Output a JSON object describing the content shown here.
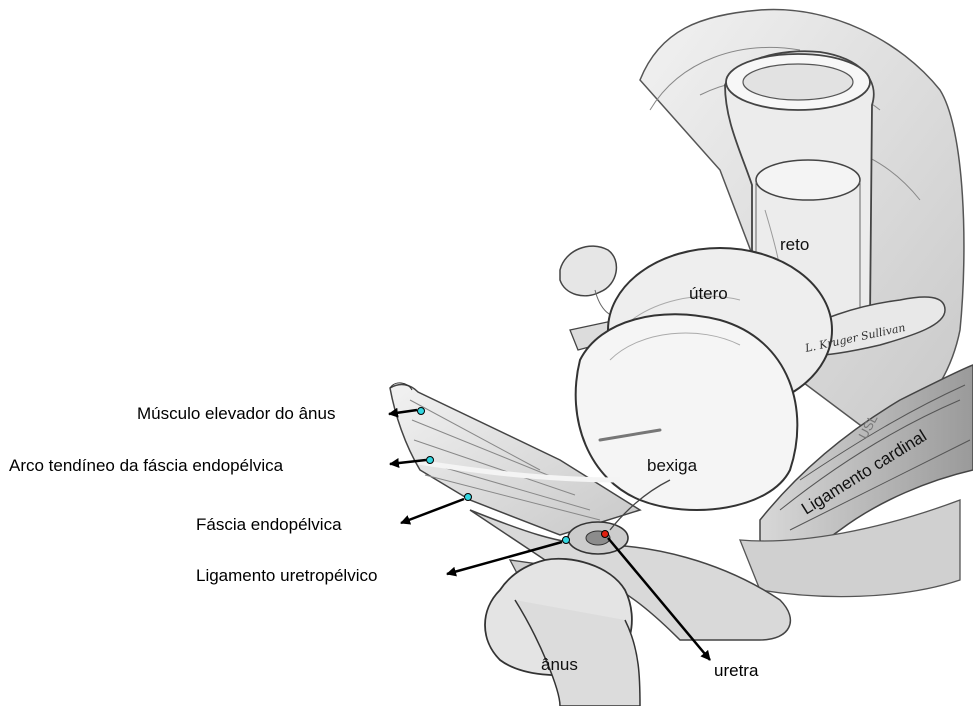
{
  "labels": {
    "levator_ani": "Músculo elevador do ânus",
    "arcus_tendineus": "Arco tendíneo da fáscia endopélvica",
    "endopelvic_fascia": "Fáscia endopélvica",
    "urethropelvic_ligament": "Ligamento uretropélvico",
    "rectum": "reto",
    "uterus": "útero",
    "bladder": "bexiga",
    "cardinal_ligament": "Ligamento cardinal",
    "urethra": "uretra",
    "anus": "ânus",
    "usl": "USL",
    "signature": "L. Kruger Sullivan"
  },
  "colors": {
    "marker_cyan": "#33d6e0",
    "marker_red": "#e02010",
    "arrow": "#000000"
  }
}
